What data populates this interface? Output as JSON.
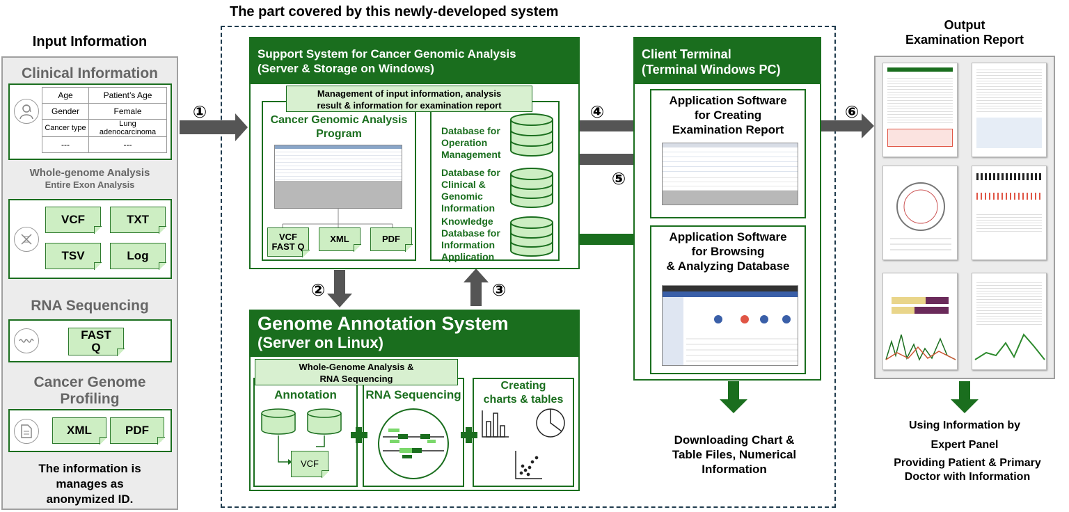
{
  "banner": {
    "title": "The part covered by this newly-developed system"
  },
  "input": {
    "title": "Input Information",
    "clinical": {
      "title": "Clinical Information",
      "rows": [
        [
          "Age",
          "Patient’s Age"
        ],
        [
          "Gender",
          "Female"
        ],
        [
          "Cancer type",
          "Lung adenocarcinoma"
        ],
        [
          "---",
          "---"
        ]
      ]
    },
    "wgs": {
      "line1": "Whole-genome Analysis",
      "line2": "Entire Exon Analysis",
      "files": [
        "VCF",
        "TXT",
        "TSV",
        "Log"
      ]
    },
    "rna": {
      "title": "RNA Sequencing",
      "file": "FAST Q"
    },
    "profiling": {
      "title_line1": "Cancer Genome",
      "title_line2": "Profiling",
      "files": [
        "XML",
        "PDF"
      ]
    },
    "note": {
      "line1": "The information is",
      "line2": "manages as",
      "line3": "anonymized ID."
    }
  },
  "support": {
    "title_line1": "Support System for Cancer Genomic Analysis",
    "title_line2": "(Server & Storage on Windows)",
    "note_line1": "Management of input information, analysis",
    "note_line2": "result & information for examination report",
    "program_line1": "Cancer Genomic Analysis",
    "program_line2": "Program",
    "files": [
      "VCF FAST Q",
      "XML",
      "PDF"
    ],
    "db": [
      {
        "line1": "Database for",
        "line2": "Operation",
        "line3": "Management",
        "line4": ""
      },
      {
        "line1": "Database for",
        "line2": "Clinical &",
        "line3": "Genomic",
        "line4": "Information"
      },
      {
        "line1": "Knowledge",
        "line2": "Database for",
        "line3": "Information",
        "line4": "Application"
      }
    ]
  },
  "annotation": {
    "title_line1": "Genome Annotation System",
    "title_line2": "(Server on Linux)",
    "note_line1": "Whole-Genome Analysis &",
    "note_line2": "RNA Sequencing",
    "col1": "Annotation",
    "col1_file": "VCF",
    "col2": "RNA Sequencing",
    "col3_line1": "Creating",
    "col3_line2": "charts & tables"
  },
  "client": {
    "title_line1": "Client Terminal",
    "title_line2": "(Terminal Windows PC)",
    "app1_line1": "Application Software",
    "app1_line2": "for Creating",
    "app1_line3": "Examination Report",
    "app2_line1": "Application Software",
    "app2_line2": "for Browsing",
    "app2_line3": "& Analyzing Database"
  },
  "download": {
    "line1": "Downloading Chart &",
    "line2": "Table Files, Numerical",
    "line3": "Information"
  },
  "output": {
    "title_line1": "Output",
    "title_line2": "Examination Report",
    "use_line1": "Using Information by",
    "use_line2": "Expert Panel",
    "use_line3": "Providing Patient & Primary",
    "use_line4": "Doctor with Information"
  },
  "steps": [
    "①",
    "②",
    "③",
    "④",
    "⑤",
    "⑥"
  ],
  "colors": {
    "green": "#1a6e1e",
    "light_green": "#cdeec3",
    "gray_arrow": "#555555",
    "dash": "#1f3b4d"
  }
}
